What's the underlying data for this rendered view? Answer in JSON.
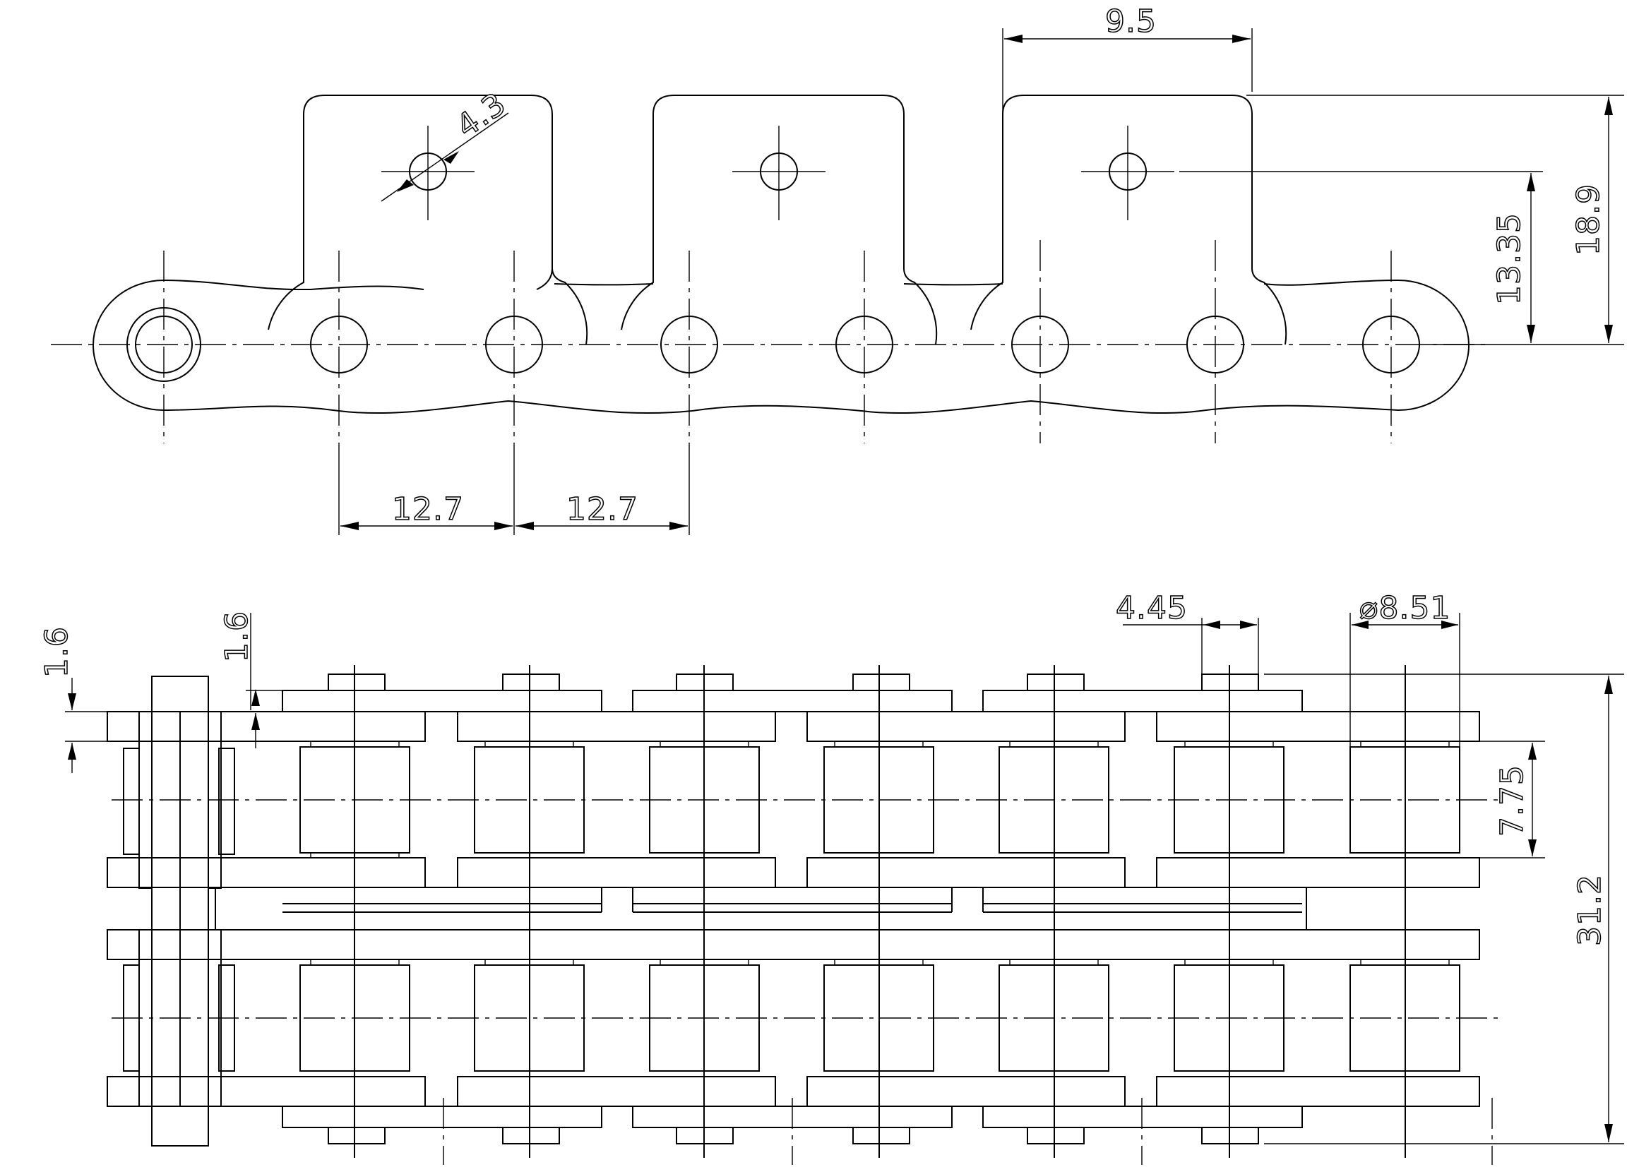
{
  "dimensions": {
    "top_width": "9.5",
    "hole_dia": "4.3",
    "hole_height": "13.35",
    "plate_height": "18.9",
    "pitch_left": "12.7",
    "pitch_right": "12.7",
    "plate_thick_left": "1.6",
    "plate_thick_right": "1.6",
    "pin_dia": "4.45",
    "roller_dia": "⌀8.51",
    "inner_width": "7.75",
    "overall_width": "31.2"
  }
}
